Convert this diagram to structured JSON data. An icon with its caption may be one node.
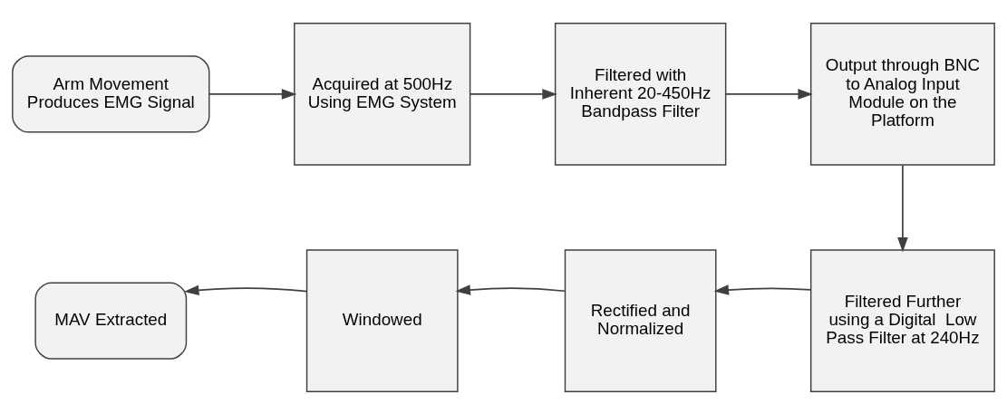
{
  "diagram": {
    "nodes": [
      {
        "text": [
          "Arm Movement Produces EMG Signal"
        ]
      },
      {
        "text": [
          "Acquired at 500Hz Using EMG System"
        ]
      },
      {
        "text": [
          "Filtered with Inherent 20-450Hz Bandpass Filter"
        ]
      },
      {
        "text": [
          "Output through BNC to Analog Input Module on the Platform"
        ]
      },
      {
        "text": [
          "Filtered Further using a Digital  Low Pass Filter at 240Hz"
        ]
      },
      {
        "text": [
          "Rectified and Normalized"
        ]
      },
      {
        "text": [
          "Windowed"
        ]
      },
      {
        "text": [
          "MAV Extracted"
        ]
      }
    ],
    "edges": [
      {
        "from": 0,
        "to": 1,
        "arrow": "to"
      },
      {
        "from": 1,
        "to": 2,
        "arrow": "to"
      },
      {
        "from": 2,
        "to": 3,
        "arrow": "to"
      },
      {
        "from": 3,
        "to": 4,
        "arrow": "to"
      },
      {
        "from": 4,
        "to": 5,
        "arrow": "to"
      },
      {
        "from": 5,
        "to": 6,
        "arrow": "to"
      },
      {
        "from": 6,
        "to": 7,
        "arrow": "to"
      }
    ]
  }
}
